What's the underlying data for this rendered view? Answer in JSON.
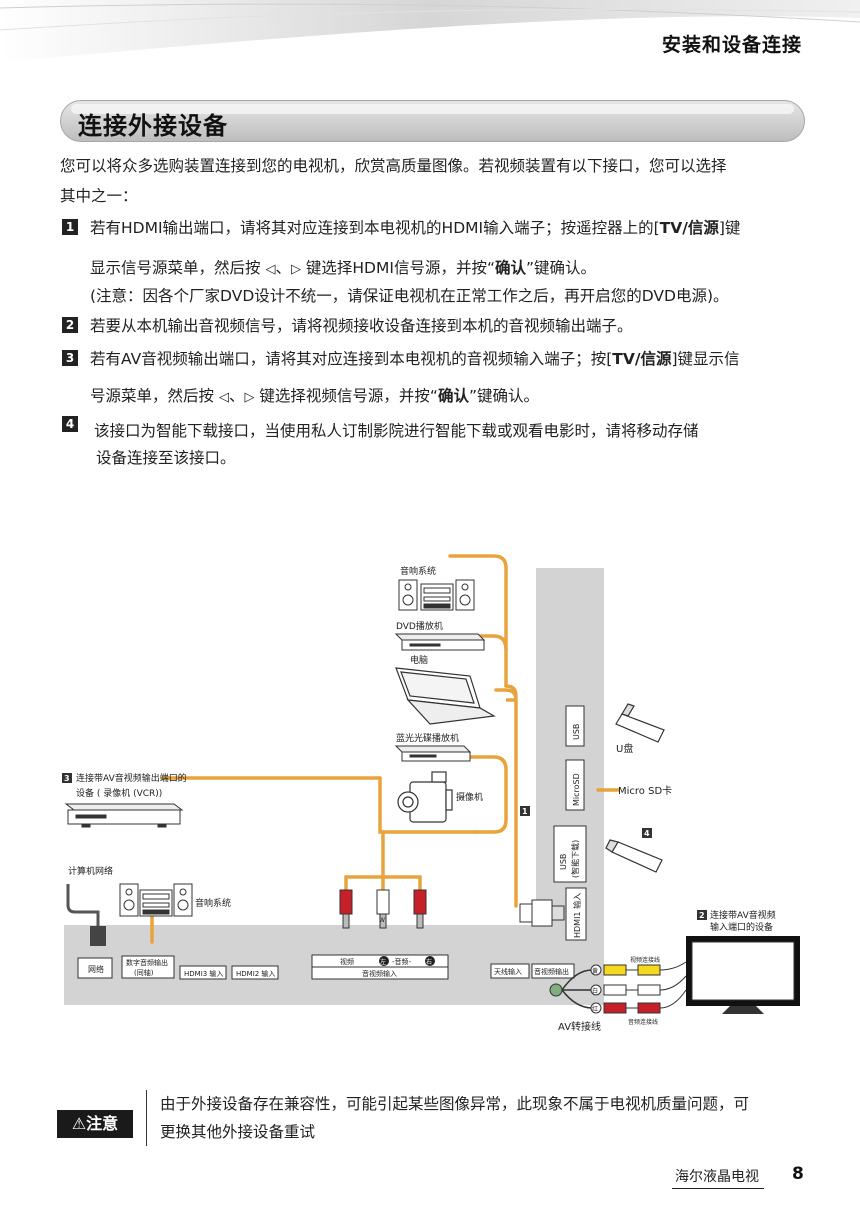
{
  "header": {
    "title": "安装和设备连接"
  },
  "section": {
    "title": "连接外接设备"
  },
  "intro": {
    "line1": "您可以将众多选购装置连接到您的电视机，欣赏高质量图像。若视频装置有以下接口，您可以选择",
    "line2": "其中之一："
  },
  "items": [
    {
      "num": "1",
      "l1": "若有HDMI输出端口，请将其对应连接到本电视机的HDMI输入端子；按遥控器上的[",
      "l1_bold": "TV/信源",
      "l1_end": "]键",
      "l2_a": "显示信号源菜单，然后按",
      "l2_b": "键选择HDMI信号源，并按“",
      "l2_bold": "确认",
      "l2_end": "”键确认。",
      "l3": "(注意：因各个厂家DVD设计不统一，请保证电视机在正常工作之后，再开启您的DVD电源)。"
    },
    {
      "num": "2",
      "l1": "若要从本机输出音视频信号，请将视频接收设备连接到本机的音视频输出端子。"
    },
    {
      "num": "3",
      "l1": "若有AV音视频输出端口，请将其对应连接到本电视机的音视频输入端子；按[",
      "l1_bold": "TV/信源",
      "l1_end": "]键显示信",
      "l2_a": "号源菜单，然后按",
      "l2_b": "键选择视频信号源，并按“",
      "l2_bold": "确认",
      "l2_end": "”键确认。"
    },
    {
      "num": "4",
      "l1": "该接口为智能下载接口，当使用私人订制影院进行智能下载或观看电影时，请将移动存储",
      "l2": "设备连接至该接口。"
    }
  ],
  "arrow_sep": "、",
  "diagram": {
    "labels": {
      "audio_system_top": "音响系统",
      "dvd_player": "DVD播放机",
      "computer": "电脑",
      "bluray": "蓝光光碟播放机",
      "camcorder": "摄像机",
      "vcr_caption_1": "连接带AV音视频输出端口的",
      "vcr_caption_2": "设备 ( 录像机 (VCR))",
      "network_caption": "计算机网络",
      "audio_system_left": "音响系统",
      "usb_port": "USB",
      "microsd_port": "MicroSD",
      "usb_smart_port_1": "USB",
      "usb_smart_port_2": "(智能下载)",
      "hdmi1_port": "HDMI1 输入",
      "udisk": "U盘",
      "microsd_card": "Micro SD卡",
      "callout_1": "1",
      "callout_2": "2",
      "callout_3": "3",
      "callout_4": "4",
      "tv_caption_1": "连接带AV音视频",
      "tv_caption_2": "输入端口的设备",
      "port_network": "网络",
      "port_digital_audio_1": "数字音频输出",
      "port_digital_audio_2": "(同轴)",
      "port_hdmi3": "HDMI3 输入",
      "port_hdmi2": "HDMI2 输入",
      "port_video": "视频",
      "port_left": "左",
      "port_audio": "-音频-",
      "port_right": "右",
      "port_av_in": "音视频输入",
      "port_antenna": "天线输入",
      "port_av_out": "音视频输出",
      "video_cable": "视频连接线",
      "audio_cable": "音频连接线",
      "av_adapter": "AV转接线",
      "rca_w": "W",
      "rca_yellow": "黄",
      "rca_white": "白",
      "rca_red": "红"
    },
    "colors": {
      "cable": "#e8a33c",
      "panel": "#d3d3d3",
      "red": "#c8202a",
      "yellow": "#f4d91e"
    }
  },
  "notice": {
    "label": "注意",
    "line1": "由于外接设备存在兼容性，可能引起某些图像异常，此现象不属于电视机质量问题，可",
    "line2": "更换其他外接设备重试"
  },
  "footer": {
    "brand": "海尔液晶电视",
    "page": "8"
  }
}
